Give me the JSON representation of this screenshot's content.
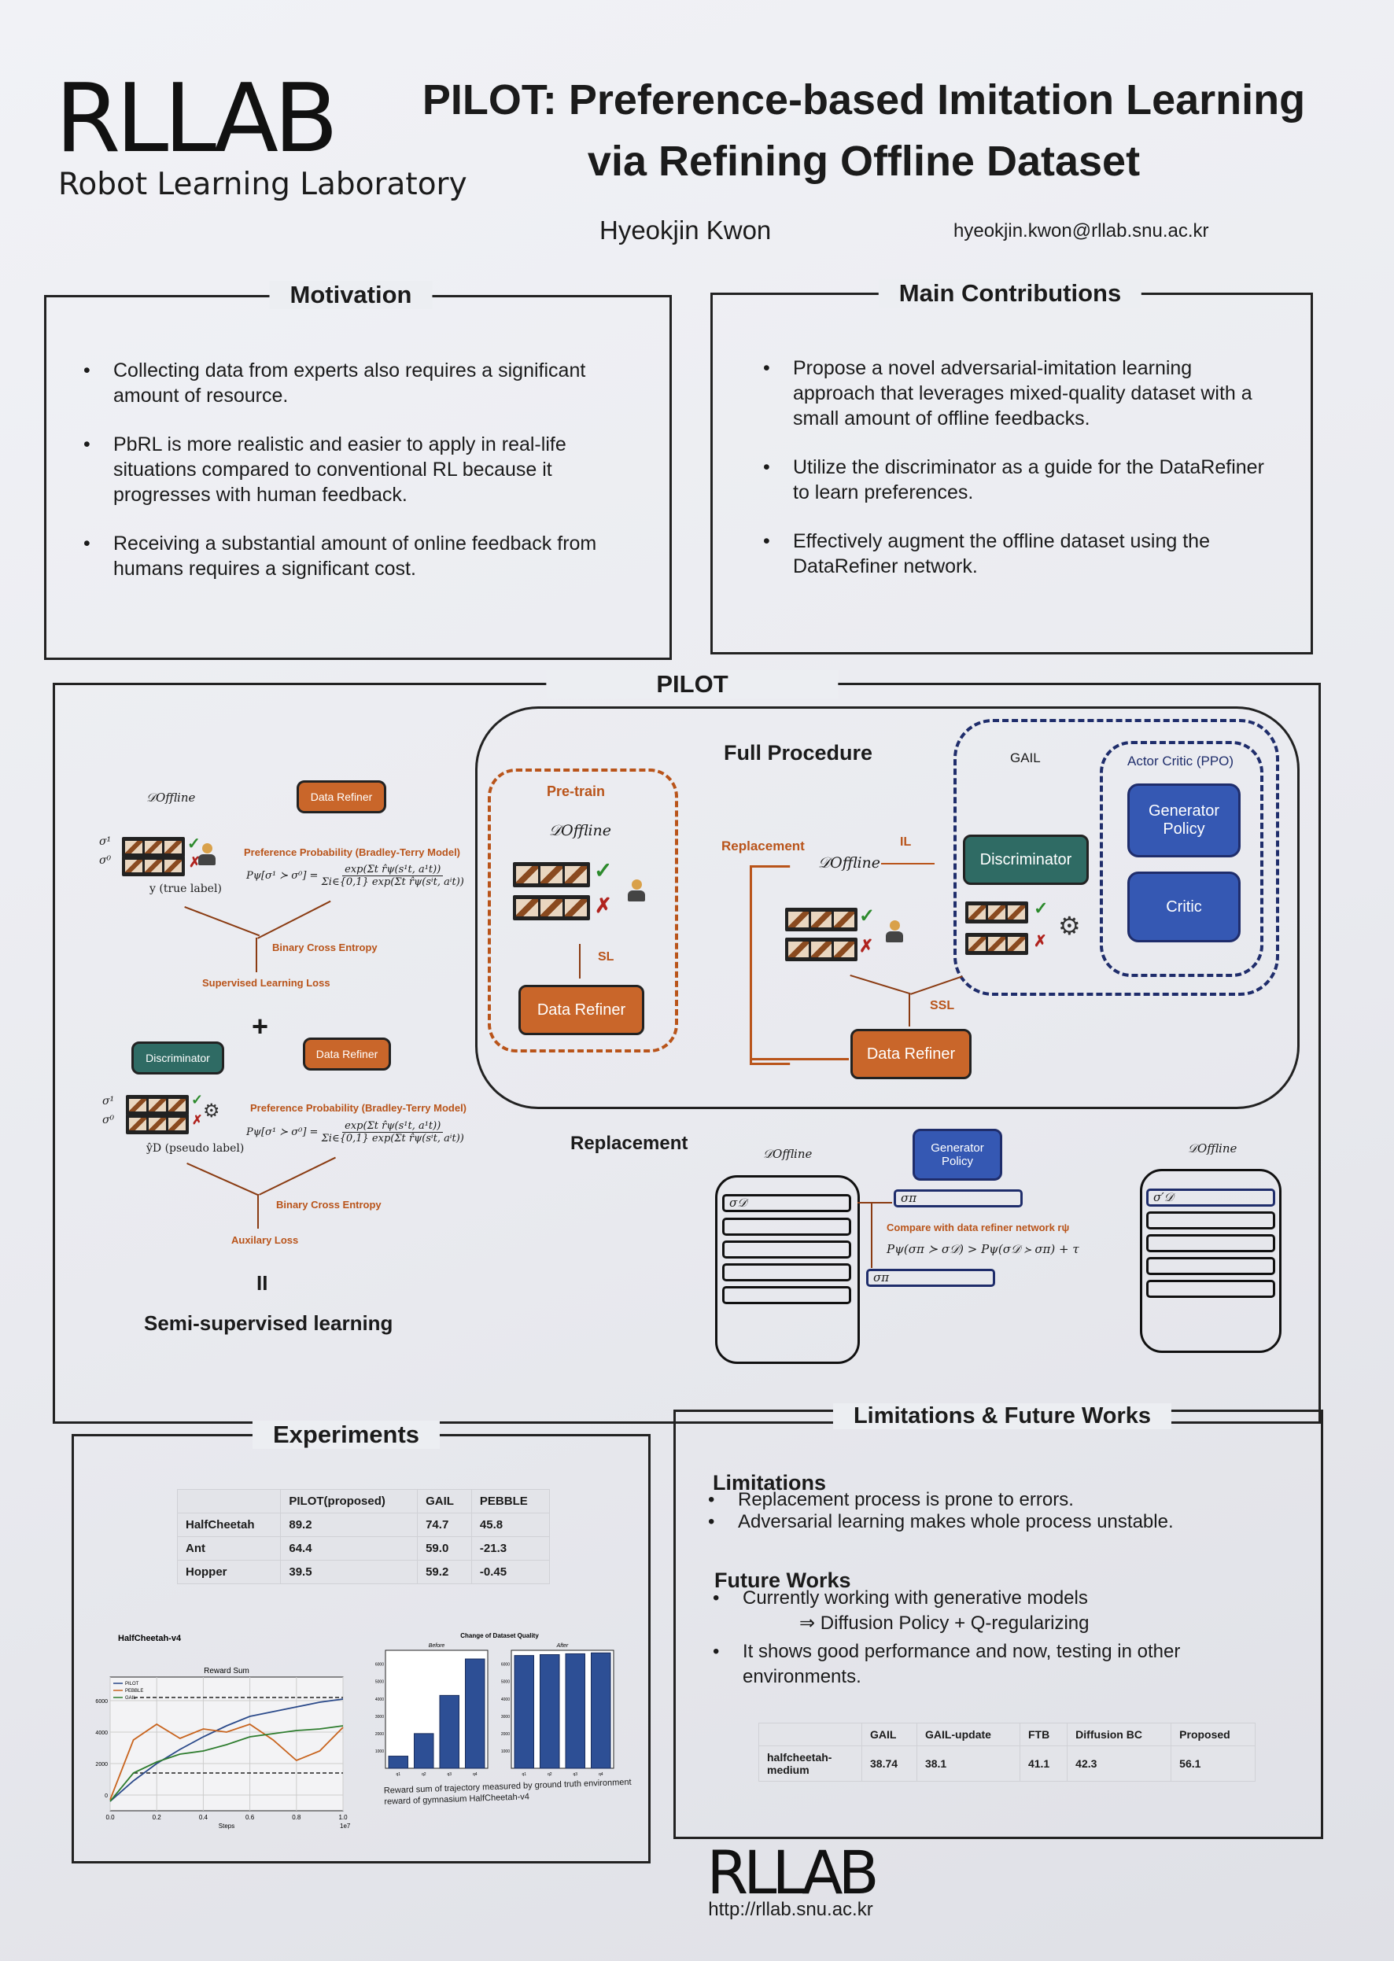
{
  "header": {
    "logo_text": "RLLAB",
    "lab_name": "Robot Learning Laboratory",
    "title_line1": "PILOT: Preference-based Imitation Learning",
    "title_line2": "via Refining Offline Dataset",
    "author": "Hyeokjin Kwon",
    "email": "hyeokjin.kwon@rllab.snu.ac.kr"
  },
  "motivation": {
    "title": "Motivation",
    "bullets": [
      "Collecting data from experts also requires a significant amount of resource.",
      "PbRL is more realistic and easier to apply in real-life situations compared to conventional RL because it progresses with human feedback.",
      "Receiving a substantial amount of online feedback from humans requires a significant cost."
    ]
  },
  "contributions": {
    "title": "Main Contributions",
    "bullets": [
      "Propose a novel adversarial-imitation learning approach that leverages mixed-quality dataset with a small amount of offline feedbacks.",
      "Utilize the discriminator as a guide for the DataRefiner to learn preferences.",
      "Effectively augment the offline dataset using the DataRefiner network."
    ]
  },
  "pilot": {
    "title": "PILOT",
    "semi": {
      "d_offline": "𝒟Offline",
      "data_refiner": "Data Refiner",
      "sigma1": "σ¹",
      "sigma0": "σ⁰",
      "pref_title": "Preference Probability (Bradley-Terry Model)",
      "formula_lhs": "Pψ[σ¹ ≻ σ⁰] =",
      "formula_num": "exp(Σt r̂ψ(s¹t, a¹t))",
      "formula_den": "Σi∈{0,1} exp(Σt r̂ψ(sⁱt, aⁱt))",
      "true_label": "y (true label)",
      "bce": "Binary Cross Entropy",
      "sup_loss": "Supervised Learning Loss",
      "plus": "+",
      "discriminator": "Discriminator",
      "pseudo_label": "ŷD (pseudo label)",
      "aux_loss": "Auxilary Loss",
      "equals": "II",
      "semi_label": "Semi-supervised learning"
    },
    "full": {
      "title": "Full Procedure",
      "pretrain": "Pre-train",
      "d_offline": "𝒟Offline",
      "sl": "SL",
      "data_refiner": "Data Refiner",
      "replacement": "Replacement",
      "il": "IL",
      "gail": "GAIL",
      "actor_critic": "Actor Critic (PPO)",
      "generator_policy": "Generator Policy",
      "critic": "Critic",
      "discriminator": "Discriminator",
      "ssl": "SSL"
    },
    "replacement": {
      "title": "Replacement",
      "d_offline_left": "𝒟Offline",
      "d_offline_right": "𝒟Offline",
      "generator_policy": "Generator Policy",
      "sigma_d": "σ𝒟",
      "sigma_pi": "σπ",
      "sigma_d_prime": "σ′𝒟",
      "compare": "Compare with data refiner network rψ",
      "condition": "Pψ(σπ ≻ σ𝒟) > Pψ(σ𝒟 ≻ σπ) + τ"
    }
  },
  "experiments": {
    "title": "Experiments",
    "table": {
      "headers": [
        "",
        "PILOT(proposed)",
        "GAIL",
        "PEBBLE"
      ],
      "rows": [
        [
          "HalfCheetah",
          "89.2",
          "74.7",
          "45.8"
        ],
        [
          "Ant",
          "64.4",
          "59.0",
          "-21.3"
        ],
        [
          "Hopper",
          "39.5",
          "59.2",
          "-0.45"
        ]
      ]
    },
    "caption": "Reward sum of trajectory measured by ground truth environment reward of gymnasium HalfCheetah-v4"
  },
  "chart_data": [
    {
      "type": "line",
      "title": "HalfCheetah-v4",
      "subtitle": "Reward Sum",
      "xlabel": "Steps",
      "x_multiplier": "1e7",
      "x": [
        0,
        0.1,
        0.2,
        0.3,
        0.4,
        0.5,
        0.6,
        0.7,
        0.8,
        0.9,
        1.0
      ],
      "xticks": [
        "0.0",
        "0.2",
        "0.4",
        "0.6",
        "0.8",
        "1.0"
      ],
      "yticks": [
        "0",
        "2000",
        "4000",
        "6000"
      ],
      "ylim": [
        -1000,
        7500
      ],
      "xlim": [
        0,
        1
      ],
      "grid": true,
      "legend": "top-left",
      "series": [
        {
          "name": "PILOT",
          "color": "#2b4a8a",
          "values": [
            -400,
            900,
            2000,
            2900,
            3700,
            4400,
            5000,
            5300,
            5600,
            5900,
            6100
          ]
        },
        {
          "name": "PEBBLE",
          "color": "#c8641e",
          "values": [
            -300,
            3500,
            4500,
            3600,
            4200,
            4000,
            4500,
            3500,
            2200,
            2800,
            4300
          ]
        },
        {
          "name": "GAIL",
          "color": "#2f7d2f",
          "values": [
            -400,
            1400,
            2100,
            2600,
            2800,
            3200,
            3700,
            3900,
            4100,
            4200,
            4400
          ]
        }
      ],
      "reference_lines": [
        6200,
        1400
      ]
    },
    {
      "type": "bar",
      "title": "Change of Dataset Quality",
      "panels": [
        {
          "name": "Before",
          "categories": [
            "q1",
            "q2",
            "q3",
            "q4"
          ],
          "values": [
            700,
            2000,
            4200,
            6300
          ]
        },
        {
          "name": "After",
          "categories": [
            "q1",
            "q2",
            "q3",
            "q4"
          ],
          "values": [
            6500,
            6550,
            6600,
            6650
          ]
        }
      ],
      "yticks": [
        "1000",
        "2000",
        "3000",
        "4000",
        "5000",
        "6000"
      ],
      "ylim": [
        0,
        6800
      ],
      "color": "#2d4f95"
    }
  ],
  "limitations": {
    "title": "Limitations & Future Works",
    "limitations_heading": "Limitations",
    "limitations": [
      "Replacement process is prone to errors.",
      "Adversarial learning makes whole process unstable."
    ],
    "future_heading": "Future Works",
    "future1": "Currently working with generative models",
    "future1_sub": "⇒ Diffusion Policy + Q-regularizing",
    "future2": "It shows good performance and now, testing in other environments.",
    "table": {
      "headers": [
        "",
        "GAIL",
        "GAIL-update",
        "FTB",
        "Diffusion BC",
        "Proposed"
      ],
      "rows": [
        [
          "halfcheetah-medium",
          "38.74",
          "38.1",
          "41.1",
          "42.3",
          "56.1"
        ]
      ]
    }
  },
  "footer": {
    "logo_text": "RLLAB",
    "url": "http://rllab.snu.ac.kr"
  }
}
